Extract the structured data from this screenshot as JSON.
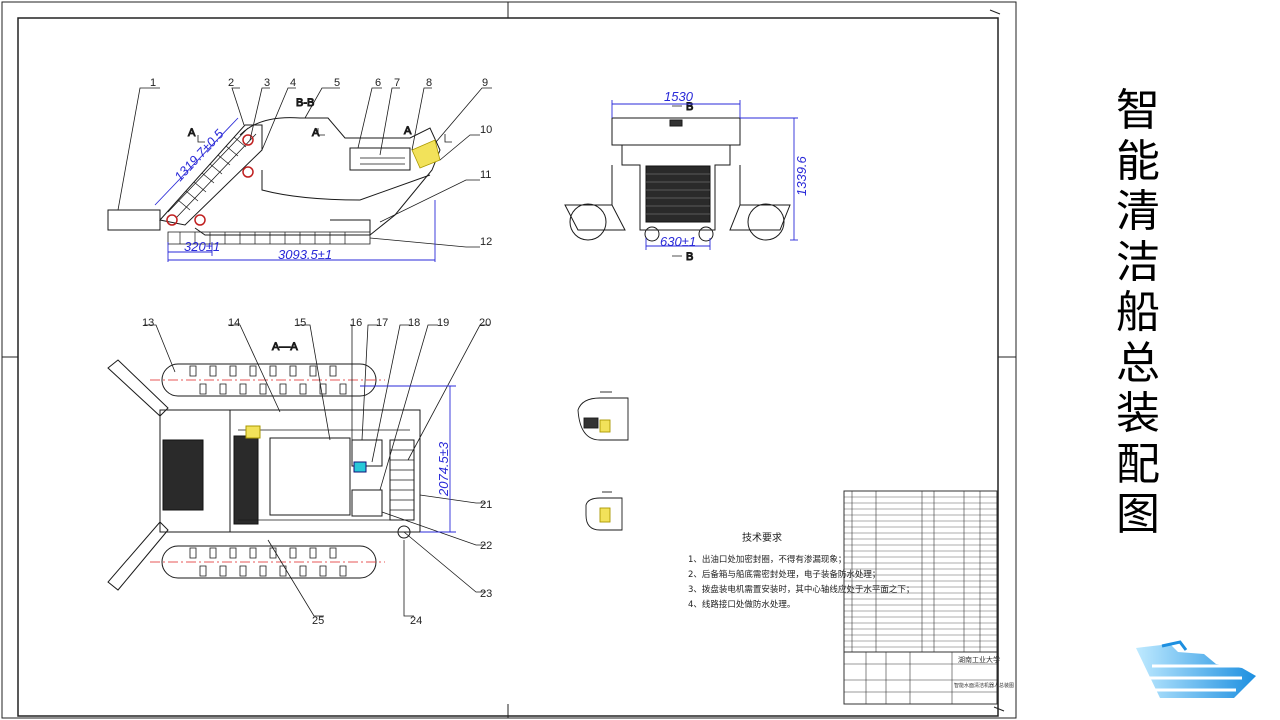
{
  "slide_title_chars": [
    "智",
    "能",
    "清",
    "洁",
    "船",
    "总",
    "装",
    "配",
    "图"
  ],
  "view_labels": {
    "section_bb": "B-B",
    "section_aa": "A—A",
    "arrow_b": "B",
    "arrow_a": "A"
  },
  "part_numbers": [
    "1",
    "2",
    "3",
    "4",
    "5",
    "6",
    "7",
    "8",
    "9",
    "10",
    "11",
    "12",
    "13",
    "14",
    "15",
    "16",
    "17",
    "18",
    "19",
    "20",
    "21",
    "22",
    "23",
    "24",
    "25"
  ],
  "dimensions": {
    "incline_length": "1319.7±0.5",
    "front_offset": "320±1",
    "total_length": "3093.5±1",
    "total_width": "1530",
    "total_height": "1339.6",
    "track_width": "630±1",
    "side_length": "2074.5±3"
  },
  "tech_requirements": {
    "title": "技术要求",
    "items": [
      "1、出油口处加密封圈，不得有渗漏现象；",
      "2、后备箱与船底需密封处理，电子装备防水处理；",
      "3、拨盘装电机需置安装时，其中心轴线应处于水平面之下；",
      "4、线路接口处做防水处理。"
    ]
  },
  "title_block": {
    "university": "湖南工业大学",
    "drawing_name": "智能水面清洁机器人总装图"
  },
  "colors": {
    "outline": "#1a1a1a",
    "dimension": "#2a2ad8",
    "center_line": "#e02020",
    "accent": "#d4c200"
  }
}
